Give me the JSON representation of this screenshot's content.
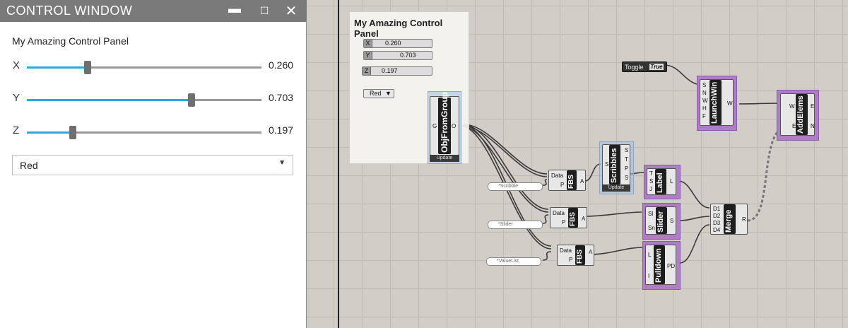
{
  "window": {
    "title": "CONTROL WINDOW",
    "minimize_glyph": "▬",
    "maximize_glyph": "☐",
    "close_glyph": "✕",
    "panel_title": "My Amazing Control Panel",
    "sliders": [
      {
        "label": "X",
        "value": "0.260",
        "fraction": 0.26
      },
      {
        "label": "Y",
        "value": "0.703",
        "fraction": 0.703
      },
      {
        "label": "Z",
        "value": "0.197",
        "fraction": 0.197
      }
    ],
    "dropdown": {
      "value": "Red",
      "arrow": "▼"
    }
  },
  "colors": {
    "accent": "#2ea8de",
    "titlebar": "#7a7a7a",
    "purple": "#b07cc8",
    "blue_selection": "#a0bee1"
  },
  "canvas": {
    "group_title": "My Amazing Control Panel",
    "mini_x": {
      "tag": "X",
      "value": "0.260"
    },
    "mini_y": {
      "tag": "Y",
      "value": "0.703"
    },
    "mini_z": {
      "tag": "Z",
      "value": "0.197"
    },
    "mini_list": {
      "value": "Red",
      "arrow": "▼"
    },
    "obj_from_group": {
      "name": "ObjFromGroup",
      "in": "G",
      "out": "O",
      "footer": "Update"
    },
    "scribble_input": "*Scribble",
    "slider_input": "*Slider",
    "valuelist_input": "*ValueList",
    "fbs": {
      "name": "FBS",
      "in1": "Data",
      "in2": "P",
      "out": "A"
    },
    "scribbles": {
      "name": "Scribbles",
      "in": "S",
      "outs": [
        "S",
        "T",
        "P",
        "S"
      ],
      "footer": "Update"
    },
    "label": {
      "name": "Label",
      "ins": [
        "T",
        "S",
        "J"
      ],
      "out": "L"
    },
    "slider": {
      "name": "Slider",
      "ins": [
        "Sl",
        "Sn"
      ],
      "out": "S"
    },
    "pulldown": {
      "name": "Pulldown",
      "ins": [
        "L",
        "I"
      ],
      "out": "PD"
    },
    "merge": {
      "name": "Merge",
      "ins": [
        "D1",
        "D2",
        "D3",
        "D4"
      ],
      "out": "R"
    },
    "toggle": {
      "label": "Toggle",
      "value": "True"
    },
    "launchwin": {
      "name": "LaunchWin",
      "ins": [
        "S",
        "N",
        "W",
        "H",
        "F"
      ],
      "out": "W"
    },
    "addelems": {
      "name": "AddElems",
      "ins": [
        "W",
        "E"
      ],
      "outs": [
        "E",
        "N"
      ]
    }
  }
}
